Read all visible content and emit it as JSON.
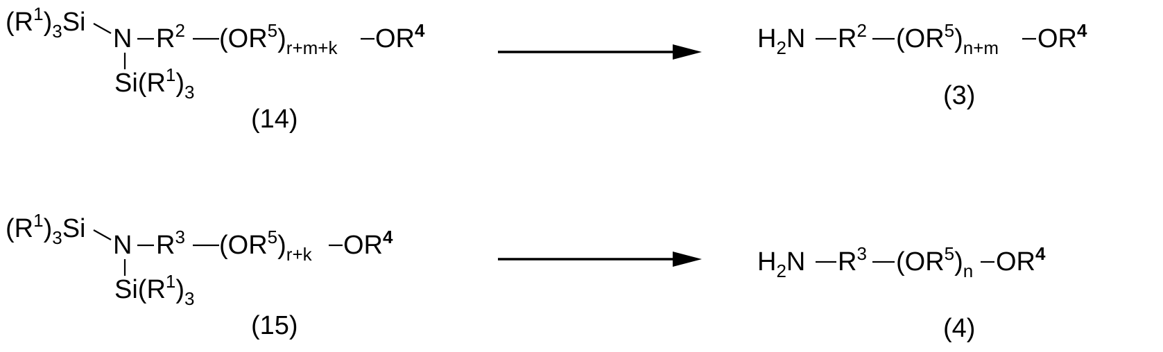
{
  "reactions": [
    {
      "reactant": {
        "top_group": "(R",
        "top_group_sup": "1",
        "top_group_sub": "3",
        "top_group_end": "Si",
        "n_atom": "N",
        "r_group": "R",
        "r_group_sup": "2",
        "chain_open": "(OR",
        "chain_sup": "5",
        "chain_close": ")",
        "chain_sub": "r+m+k",
        "terminal": "OR",
        "terminal_sup": "4",
        "bottom_group": "Si(R",
        "bottom_group_sup": "1",
        "bottom_group_close": ")",
        "bottom_group_sub": "3",
        "label": "(14)"
      },
      "product": {
        "amine": "H",
        "amine_sub": "2",
        "amine_n": "N",
        "r_group": "R",
        "r_group_sup": "2",
        "chain_open": "(OR",
        "chain_sup": "5",
        "chain_close": ")",
        "chain_sub": "n+m",
        "terminal": "OR",
        "terminal_sup": "4",
        "label": "(3)"
      }
    },
    {
      "reactant": {
        "top_group": "(R",
        "top_group_sup": "1",
        "top_group_sub": "3",
        "top_group_end": "Si",
        "n_atom": "N",
        "r_group": "R",
        "r_group_sup": "3",
        "chain_open": "(OR",
        "chain_sup": "5",
        "chain_close": ")",
        "chain_sub": "r+k",
        "terminal": "OR",
        "terminal_sup": "4",
        "bottom_group": "Si(R",
        "bottom_group_sup": "1",
        "bottom_group_close": ")",
        "bottom_group_sub": "3",
        "label": "(15)"
      },
      "product": {
        "amine": "H",
        "amine_sub": "2",
        "amine_n": "N",
        "r_group": "R",
        "r_group_sup": "3",
        "chain_open": "(OR",
        "chain_sup": "5",
        "chain_close": ")",
        "chain_sub": "n",
        "terminal": "OR",
        "terminal_sup": "4",
        "label": "(4)"
      }
    }
  ]
}
